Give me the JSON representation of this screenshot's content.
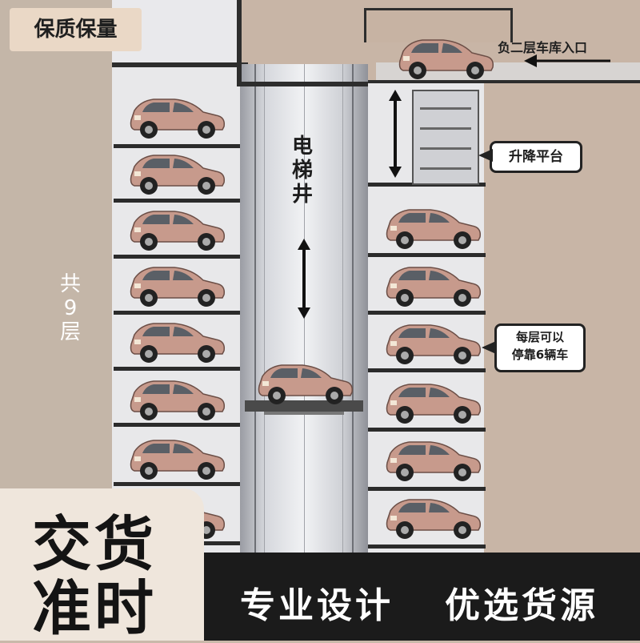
{
  "badges": {
    "top_left": "保质保量",
    "bottom_left_line1": "交货",
    "bottom_left_line2": "准时"
  },
  "bottom_strip": {
    "left": "专业设计",
    "right": "优选货源"
  },
  "labels": {
    "entrance": "负二层车库入口",
    "shaft_chars": [
      "电",
      "梯",
      "井"
    ],
    "floors_chars": [
      "共",
      "9",
      "层"
    ],
    "lift_platform": "升降平台",
    "per_floor_line1": "每层可以",
    "per_floor_line2": "停靠6辆车"
  },
  "colors": {
    "car_body": "#c79a8c",
    "shelf": "#2b2b2b",
    "strip": "#1b1b1b"
  },
  "icons": [
    "car-icon",
    "double-arrow-vertical-icon",
    "arrow-left-icon"
  ]
}
